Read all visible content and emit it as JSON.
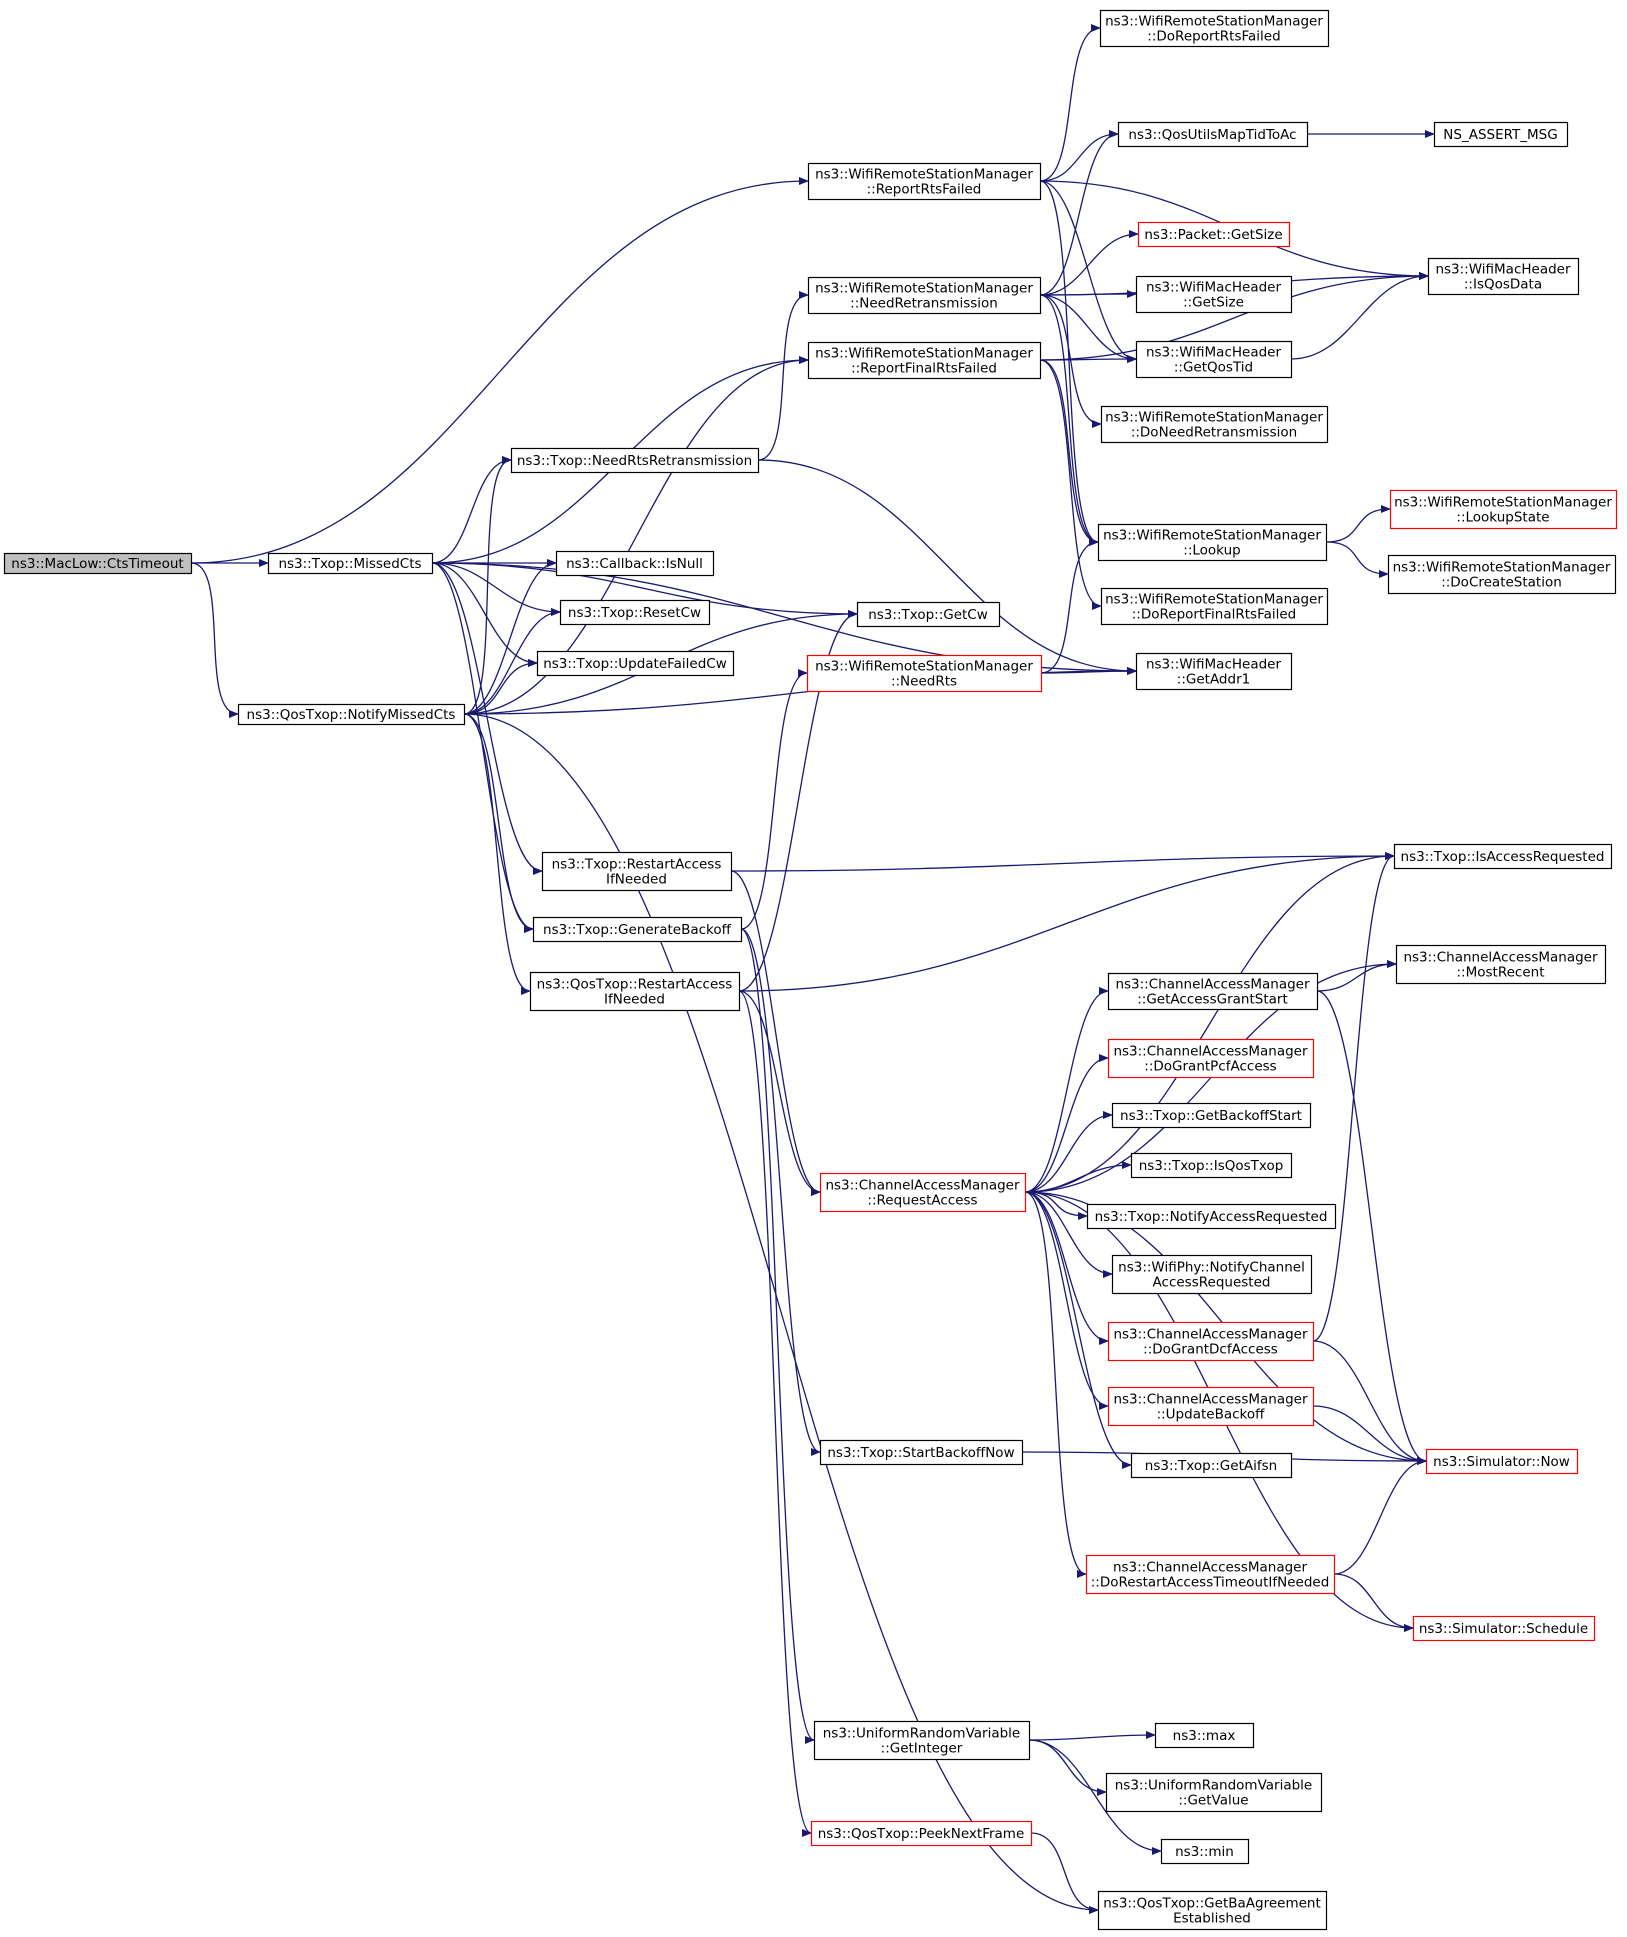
{
  "colors": {
    "edge": "#191970",
    "node_border": "#000000",
    "node_border_truncated": "#ff0000",
    "root_fill": "#bfbfbf",
    "node_fill": "#ffffff"
  },
  "nodes": {
    "ctstimeout": {
      "lines": [
        "ns3::MacLow::CtsTimeout"
      ],
      "root": true
    },
    "missedcts": {
      "lines": [
        "ns3::Txop::MissedCts"
      ]
    },
    "qosnotify": {
      "lines": [
        "ns3::QosTxop::NotifyMissedCts"
      ]
    },
    "reportrts": {
      "lines": [
        "ns3::WifiRemoteStationManager",
        "::ReportRtsFailed"
      ]
    },
    "needretx": {
      "lines": [
        "ns3::WifiRemoteStationManager",
        "::NeedRetransmission"
      ]
    },
    "reportfinal": {
      "lines": [
        "ns3::WifiRemoteStationManager",
        "::ReportFinalRtsFailed"
      ]
    },
    "needrtsretx": {
      "lines": [
        "ns3::Txop::NeedRtsRetransmission"
      ]
    },
    "isnull": {
      "lines": [
        "ns3::Callback::IsNull"
      ]
    },
    "resetcw": {
      "lines": [
        "ns3::Txop::ResetCw"
      ]
    },
    "updatefailed": {
      "lines": [
        "ns3::Txop::UpdateFailedCw"
      ]
    },
    "getcw": {
      "lines": [
        "ns3::Txop::GetCw"
      ]
    },
    "needrts": {
      "lines": [
        "ns3::WifiRemoteStationManager",
        "::NeedRts"
      ],
      "truncated": true
    },
    "restart_txop": {
      "lines": [
        "ns3::Txop::RestartAccess",
        "IfNeeded"
      ]
    },
    "genbackoff": {
      "lines": [
        "ns3::Txop::GenerateBackoff"
      ]
    },
    "restart_qos": {
      "lines": [
        "ns3::QosTxop::RestartAccess",
        "IfNeeded"
      ]
    },
    "dorts": {
      "lines": [
        "ns3::WifiRemoteStationManager",
        "::DoReportRtsFailed"
      ]
    },
    "maptid": {
      "lines": [
        "ns3::QosUtilsMapTidToAc"
      ]
    },
    "assert": {
      "lines": [
        "NS_ASSERT_MSG"
      ]
    },
    "pktsize": {
      "lines": [
        "ns3::Packet::GetSize"
      ],
      "truncated": true
    },
    "hdrsize": {
      "lines": [
        "ns3::WifiMacHeader",
        "::GetSize"
      ]
    },
    "isqosdata": {
      "lines": [
        "ns3::WifiMacHeader",
        "::IsQosData"
      ]
    },
    "getqostid": {
      "lines": [
        "ns3::WifiMacHeader",
        "::GetQosTid"
      ]
    },
    "doneedretx": {
      "lines": [
        "ns3::WifiRemoteStationManager",
        "::DoNeedRetransmission"
      ]
    },
    "lookup": {
      "lines": [
        "ns3::WifiRemoteStationManager",
        "::Lookup"
      ]
    },
    "lookupstate": {
      "lines": [
        "ns3::WifiRemoteStationManager",
        "::LookupState"
      ],
      "truncated": true
    },
    "docreate": {
      "lines": [
        "ns3::WifiRemoteStationManager",
        "::DoCreateStation"
      ]
    },
    "dofinal": {
      "lines": [
        "ns3::WifiRemoteStationManager",
        "::DoReportFinalRtsFailed"
      ]
    },
    "getaddr1": {
      "lines": [
        "ns3::WifiMacHeader",
        "::GetAddr1"
      ]
    },
    "isaccessreq": {
      "lines": [
        "ns3::Txop::IsAccessRequested"
      ]
    },
    "mostrecent": {
      "lines": [
        "ns3::ChannelAccessManager",
        "::MostRecent"
      ]
    },
    "grantstart": {
      "lines": [
        "ns3::ChannelAccessManager",
        "::GetAccessGrantStart"
      ]
    },
    "dograntpcf": {
      "lines": [
        "ns3::ChannelAccessManager",
        "::DoGrantPcfAccess"
      ],
      "truncated": true
    },
    "backoffstart": {
      "lines": [
        "ns3::Txop::GetBackoffStart"
      ]
    },
    "isqostxop": {
      "lines": [
        "ns3::Txop::IsQosTxop"
      ]
    },
    "notifyaccess": {
      "lines": [
        "ns3::Txop::NotifyAccessRequested"
      ]
    },
    "phynotify": {
      "lines": [
        "ns3::WifiPhy::NotifyChannel",
        "AccessRequested"
      ]
    },
    "requestaccess": {
      "lines": [
        "ns3::ChannelAccessManager",
        "::RequestAccess"
      ],
      "truncated": true
    },
    "dograntdcf": {
      "lines": [
        "ns3::ChannelAccessManager",
        "::DoGrantDcfAccess"
      ],
      "truncated": true
    },
    "updatebackoff": {
      "lines": [
        "ns3::ChannelAccessManager",
        "::UpdateBackoff"
      ],
      "truncated": true
    },
    "getaifsn": {
      "lines": [
        "ns3::Txop::GetAifsn"
      ]
    },
    "simnow": {
      "lines": [
        "ns3::Simulator::Now"
      ],
      "truncated": true
    },
    "startbackoff": {
      "lines": [
        "ns3::Txop::StartBackoffNow"
      ]
    },
    "dorestart": {
      "lines": [
        "ns3::ChannelAccessManager",
        "::DoRestartAccessTimeoutIfNeeded"
      ],
      "truncated": true
    },
    "schedule": {
      "lines": [
        "ns3::Simulator::Schedule"
      ],
      "truncated": true
    },
    "getinteger": {
      "lines": [
        "ns3::UniformRandomVariable",
        "::GetInteger"
      ]
    },
    "max": {
      "lines": [
        "ns3::max"
      ]
    },
    "getvalue": {
      "lines": [
        "ns3::UniformRandomVariable",
        "::GetValue"
      ]
    },
    "min": {
      "lines": [
        "ns3::min"
      ]
    },
    "peeknext": {
      "lines": [
        "ns3::QosTxop::PeekNextFrame"
      ],
      "truncated": true
    },
    "getba": {
      "lines": [
        "ns3::QosTxop::GetBaAgreement",
        "Established"
      ]
    }
  },
  "edges": [
    [
      "ctstimeout",
      "reportrts"
    ],
    [
      "ctstimeout",
      "missedcts"
    ],
    [
      "ctstimeout",
      "qosnotify"
    ],
    [
      "missedcts",
      "reportfinal"
    ],
    [
      "missedcts",
      "needrtsretx"
    ],
    [
      "missedcts",
      "getaddr1"
    ],
    [
      "missedcts",
      "getcw"
    ],
    [
      "missedcts",
      "isnull"
    ],
    [
      "missedcts",
      "resetcw"
    ],
    [
      "missedcts",
      "updatefailed"
    ],
    [
      "missedcts",
      "restart_txop"
    ],
    [
      "missedcts",
      "genbackoff"
    ],
    [
      "qosnotify",
      "needrtsretx"
    ],
    [
      "qosnotify",
      "isnull"
    ],
    [
      "qosnotify",
      "resetcw"
    ],
    [
      "qosnotify",
      "updatefailed"
    ],
    [
      "qosnotify",
      "reportfinal"
    ],
    [
      "qosnotify",
      "getcw"
    ],
    [
      "qosnotify",
      "getaddr1"
    ],
    [
      "qosnotify",
      "genbackoff"
    ],
    [
      "qosnotify",
      "restart_qos"
    ],
    [
      "qosnotify",
      "getba"
    ],
    [
      "needrtsretx",
      "needretx"
    ],
    [
      "needrtsretx",
      "getaddr1"
    ],
    [
      "reportrts",
      "dorts"
    ],
    [
      "reportrts",
      "maptid"
    ],
    [
      "reportrts",
      "isqosdata"
    ],
    [
      "reportrts",
      "getqostid"
    ],
    [
      "reportrts",
      "lookup"
    ],
    [
      "needretx",
      "maptid"
    ],
    [
      "needretx",
      "pktsize"
    ],
    [
      "needretx",
      "hdrsize"
    ],
    [
      "needretx",
      "isqosdata"
    ],
    [
      "needretx",
      "getqostid"
    ],
    [
      "needretx",
      "doneedretx"
    ],
    [
      "needretx",
      "lookup"
    ],
    [
      "reportfinal",
      "getqostid"
    ],
    [
      "reportfinal",
      "isqosdata"
    ],
    [
      "reportfinal",
      "lookup"
    ],
    [
      "reportfinal",
      "dofinal"
    ],
    [
      "maptid",
      "assert"
    ],
    [
      "getqostid",
      "isqosdata"
    ],
    [
      "lookup",
      "lookupstate"
    ],
    [
      "lookup",
      "docreate"
    ],
    [
      "needrts",
      "lookup"
    ],
    [
      "needrts",
      "getaddr1"
    ],
    [
      "restart_txop",
      "isaccessreq"
    ],
    [
      "restart_txop",
      "requestaccess"
    ],
    [
      "genbackoff",
      "needrts"
    ],
    [
      "genbackoff",
      "startbackoff"
    ],
    [
      "genbackoff",
      "getinteger"
    ],
    [
      "restart_qos",
      "getcw"
    ],
    [
      "restart_qos",
      "isaccessreq"
    ],
    [
      "restart_qos",
      "requestaccess"
    ],
    [
      "restart_qos",
      "peeknext"
    ],
    [
      "requestaccess",
      "isaccessreq"
    ],
    [
      "requestaccess",
      "mostrecent"
    ],
    [
      "requestaccess",
      "grantstart"
    ],
    [
      "requestaccess",
      "dograntpcf"
    ],
    [
      "requestaccess",
      "backoffstart"
    ],
    [
      "requestaccess",
      "isqostxop"
    ],
    [
      "requestaccess",
      "notifyaccess"
    ],
    [
      "requestaccess",
      "phynotify"
    ],
    [
      "requestaccess",
      "dograntdcf"
    ],
    [
      "requestaccess",
      "updatebackoff"
    ],
    [
      "requestaccess",
      "getaifsn"
    ],
    [
      "requestaccess",
      "simnow"
    ],
    [
      "requestaccess",
      "dorestart"
    ],
    [
      "requestaccess",
      "schedule"
    ],
    [
      "grantstart",
      "mostrecent"
    ],
    [
      "grantstart",
      "simnow"
    ],
    [
      "dograntdcf",
      "isaccessreq"
    ],
    [
      "dograntdcf",
      "simnow"
    ],
    [
      "updatebackoff",
      "simnow"
    ],
    [
      "dorestart",
      "simnow"
    ],
    [
      "dorestart",
      "schedule"
    ],
    [
      "startbackoff",
      "simnow"
    ],
    [
      "getinteger",
      "max"
    ],
    [
      "getinteger",
      "getvalue"
    ],
    [
      "getinteger",
      "min"
    ],
    [
      "peeknext",
      "getba"
    ]
  ]
}
